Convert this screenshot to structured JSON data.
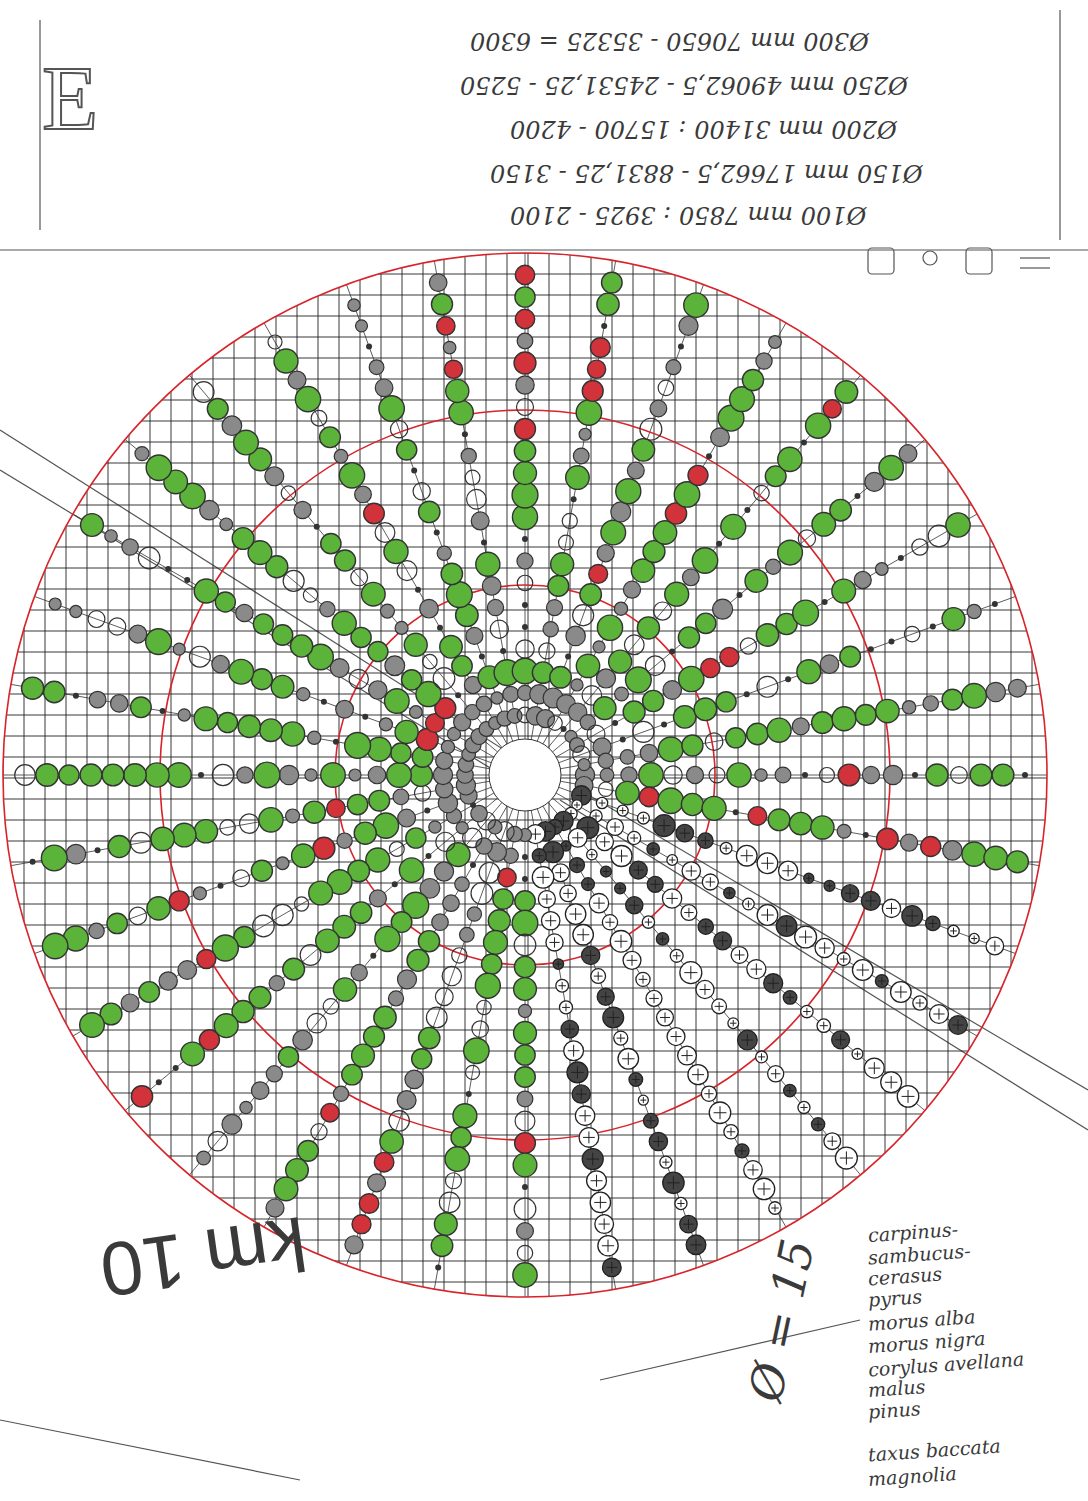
{
  "diagram": {
    "labels": [
      "E",
      "Ø300 mm 70650 - 35325 = 6300",
      "Ø250 mm 49062,5 - 24531,25 - 5250",
      "Ø200 mm 31400 : 15700 - 4200",
      "Ø150 mm 17662,5 - 8831,25 - 3150",
      "Ø100 mm 7850 : 3925 - 2100",
      "km 10",
      "Ø = 15",
      "carpinus-",
      "sambucus-",
      "cerasus",
      "pyrus",
      "morus alba",
      "morus nigra",
      "corylus avellana",
      "malus",
      "pinus",
      "taxus baccata",
      "magnolia"
    ]
  }
}
